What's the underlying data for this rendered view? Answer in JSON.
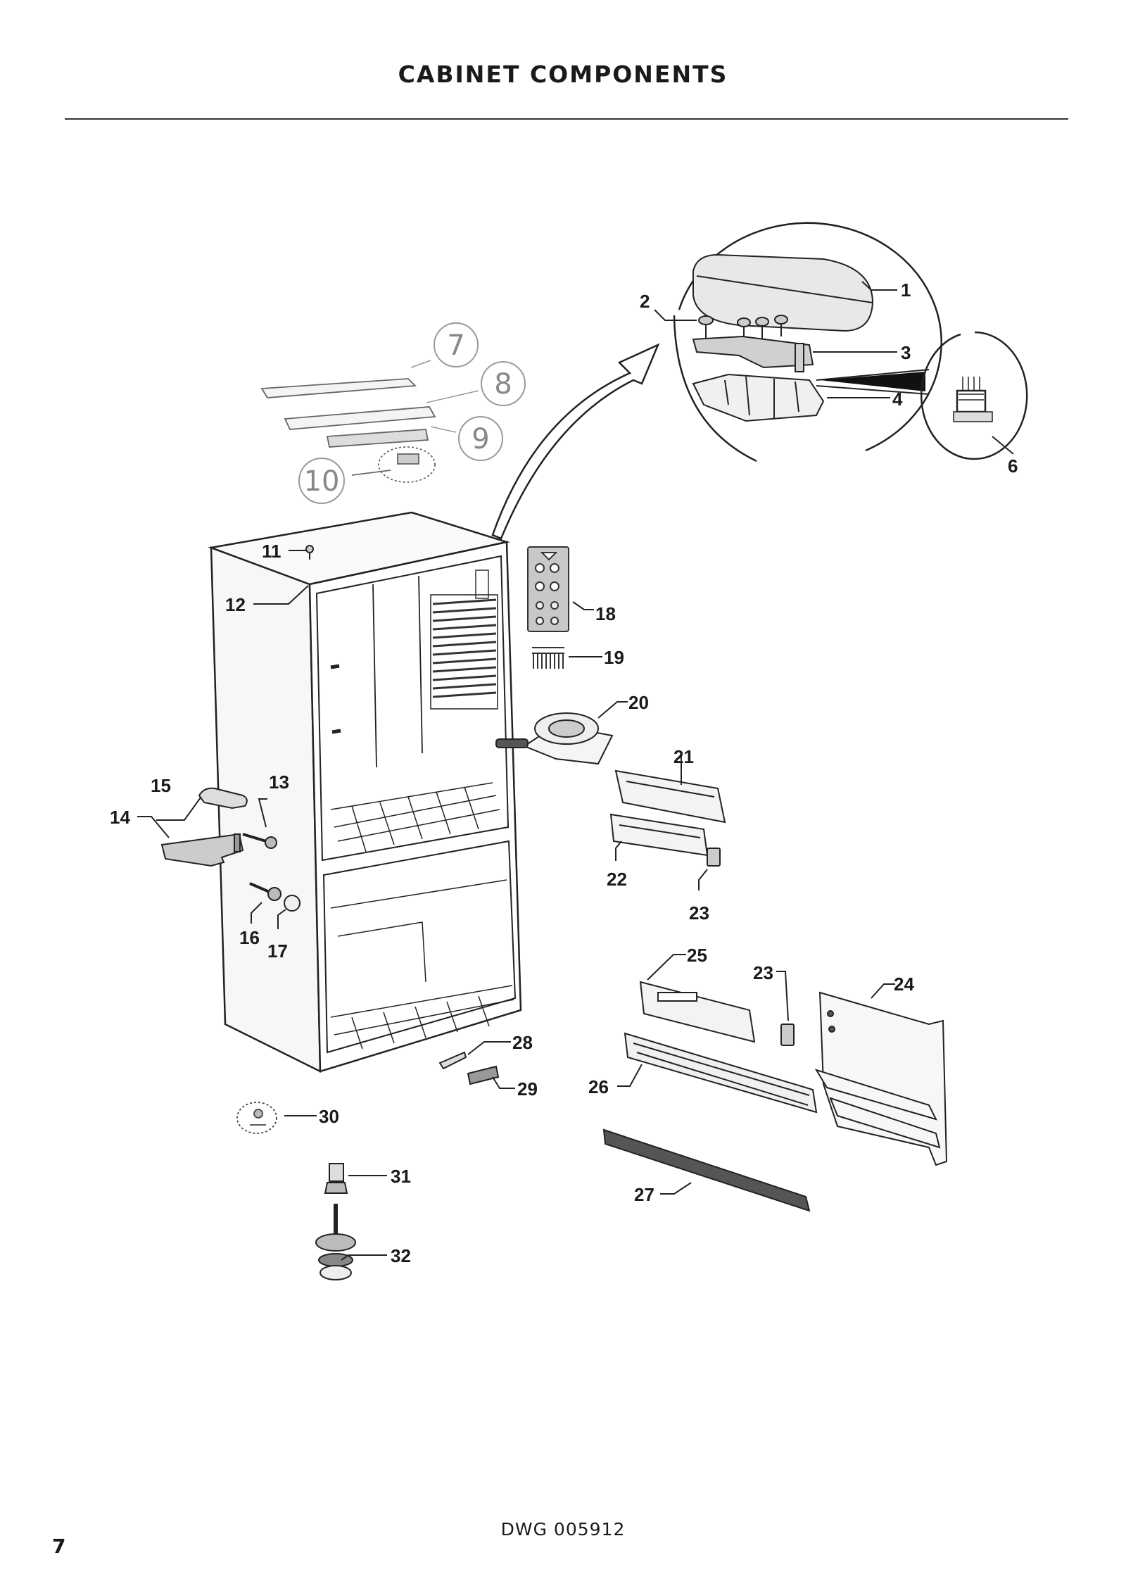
{
  "header": {
    "title": "CABINET COMPONENTS"
  },
  "callouts": {
    "c1": "1",
    "c2": "2",
    "c3": "3",
    "c4": "4",
    "c6": "6",
    "c7": "7",
    "c8": "8",
    "c9": "9",
    "c10": "10",
    "c11": "11",
    "c12": "12",
    "c13": "13",
    "c14": "14",
    "c15": "15",
    "c16": "16",
    "c17": "17",
    "c18": "18",
    "c19": "19",
    "c20": "20",
    "c21": "21",
    "c22": "22",
    "c23a": "23",
    "c23b": "23",
    "c24": "24",
    "c25": "25",
    "c26": "26",
    "c27": "27",
    "c28": "28",
    "c29": "29",
    "c30": "30",
    "c31": "31",
    "c32": "32"
  },
  "footer": {
    "drawing_number": "DWG 005912",
    "page_number": "7"
  }
}
